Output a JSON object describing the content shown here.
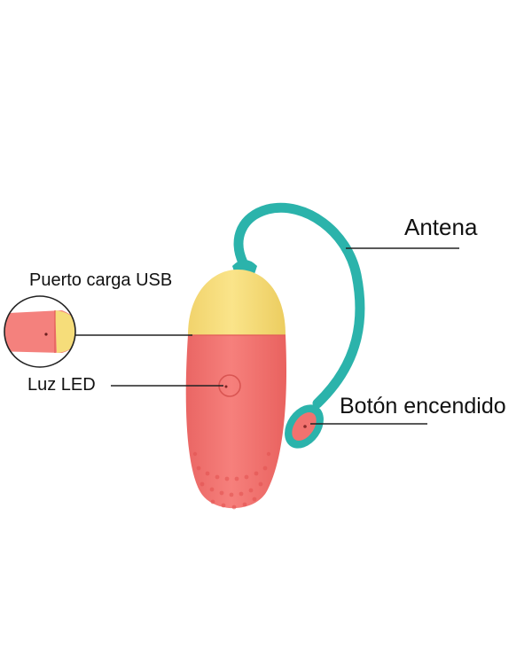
{
  "labels": {
    "antenna": "Antena",
    "usb_port": "Puerto carga USB",
    "led": "Luz LED",
    "power_button": "Botón encendido"
  },
  "colors": {
    "body_coral": "#f1726f",
    "cap_yellow": "#f6dd7a",
    "antenna_teal": "#2bb3ab",
    "line": "#222222"
  }
}
